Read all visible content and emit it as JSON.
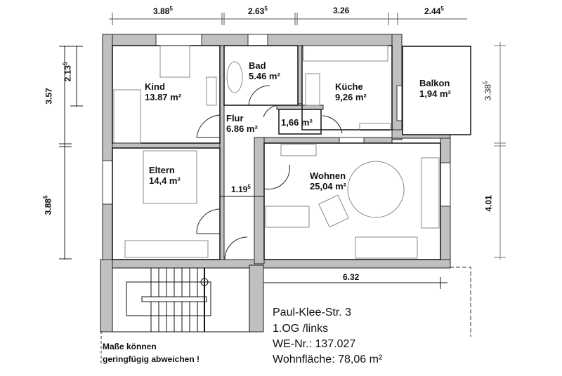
{
  "plan": {
    "dimensions_top": [
      {
        "value": "3.88",
        "sup": "5"
      },
      {
        "value": "2.63",
        "sup": "5"
      },
      {
        "value": "3.26",
        "sup": ""
      },
      {
        "value": "2.44",
        "sup": "5"
      }
    ],
    "dimensions_left": [
      {
        "value": "3.57",
        "sup": ""
      },
      {
        "value": "2.13",
        "sup": "5"
      },
      {
        "value": "3.88",
        "sup": "5"
      }
    ],
    "dimensions_right": [
      {
        "value": "3.38",
        "sup": "5"
      },
      {
        "value": "4.01",
        "sup": ""
      }
    ],
    "dimension_inner": {
      "value": "1.19",
      "sup": "5"
    },
    "dimension_bottom": {
      "value": "6.32",
      "sup": ""
    },
    "rooms": [
      {
        "name": "Kind",
        "area": "13.87 m²"
      },
      {
        "name": "Bad",
        "area": "5.46 m²"
      },
      {
        "name": "Küche",
        "area": "9,26 m²"
      },
      {
        "name": "Balkon",
        "area": "1,94 m²"
      },
      {
        "name": "Flur",
        "area": "6.86 m²"
      },
      {
        "name": "",
        "area": "1,66 m²"
      },
      {
        "name": "Eltern",
        "area": "14,4 m²"
      },
      {
        "name": "Wohnen",
        "area": "25,04 m²"
      }
    ],
    "info": {
      "address": "Paul-Klee-Str. 3",
      "floor": "1.OG /links",
      "unit": "WE-Nr.: 137.027",
      "living_area": "Wohnfläche: 78,06 m²"
    },
    "note": {
      "line1": "Maße können",
      "line2": "geringfügig abweichen !"
    }
  }
}
